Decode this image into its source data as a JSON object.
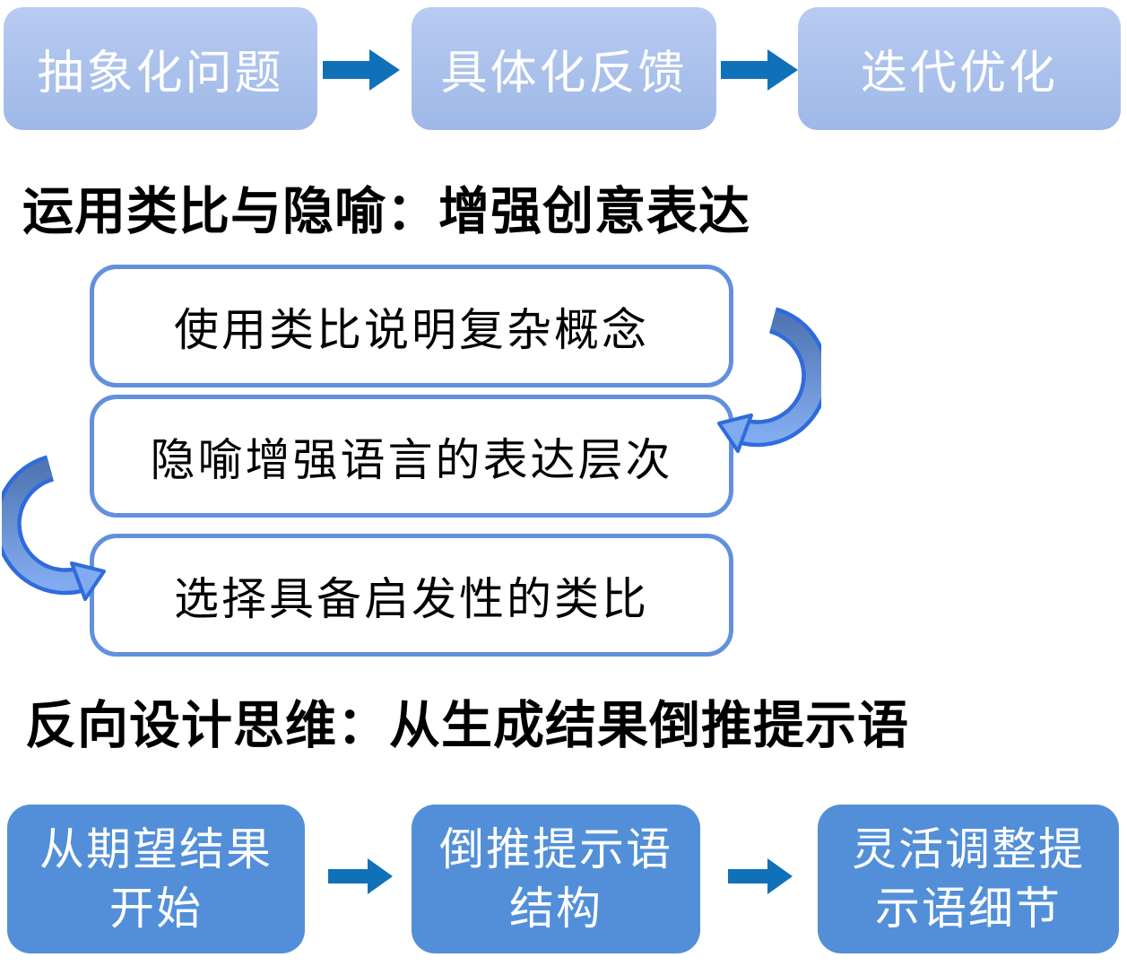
{
  "top_flow": {
    "steps": [
      {
        "label": "抽象化问题"
      },
      {
        "label": "具体化反馈"
      },
      {
        "label": "迭代优化"
      }
    ]
  },
  "analogy_section": {
    "heading": "运用类比与隐喻：增强创意表达",
    "steps": [
      {
        "label": "使用类比说明复杂概念"
      },
      {
        "label": "隐喻增强语言的表达层次"
      },
      {
        "label": "选择具备启发性的类比"
      }
    ]
  },
  "reverse_section": {
    "heading": "反向设计思维：从生成结果倒推提示语",
    "steps": [
      {
        "label": "从期望结果开始"
      },
      {
        "label": "倒推提示语结构"
      },
      {
        "label": "灵活调整提示语细节"
      }
    ]
  },
  "icons": {
    "block_arrow": "right-block-arrow",
    "curve_right": "curved-arrow-clockwise",
    "curve_left": "curved-arrow-counterclockwise"
  },
  "colors": {
    "chip_fill_top": "#B7CBF2",
    "chip_fill_bottom": "#9FB8E7",
    "chip_text": "#FFFFFF",
    "block_arrow": "#1171B8",
    "outline_box_border": "#6290DE",
    "outline_box_text": "#000000",
    "curved_arrow_stroke": "#2F6BDC",
    "curved_arrow_fill_dark": "#5076B4",
    "curved_arrow_fill_light": "#82ABEF",
    "solid_box_fill": "#528FD8",
    "solid_box_text": "#FFFFFF",
    "heading_text": "#000000",
    "background": "#FFFFFF"
  }
}
